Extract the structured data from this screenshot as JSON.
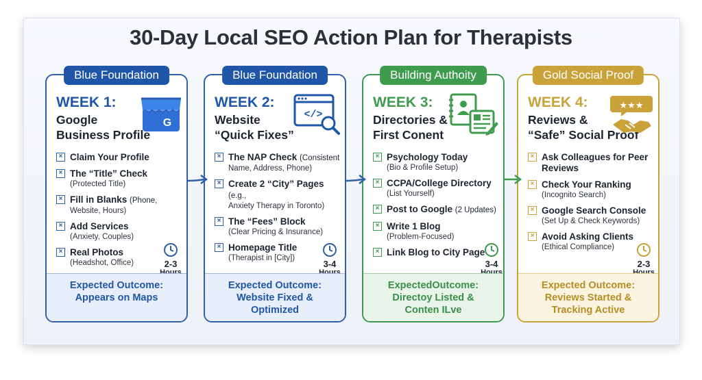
{
  "title": "30-Day Local SEO Action Plan for Therapists",
  "cards": [
    {
      "badge": "Blue Foundation",
      "week": "WEEK 1:",
      "subtitle": "Google\nBusiness Profile",
      "icon": "google-business-profile-icon",
      "items": [
        {
          "t": "Claim Your Profile",
          "d": ""
        },
        {
          "t": "The “Title” Check",
          "d": "(Protected Title)"
        },
        {
          "t": "Fill in Blanks",
          "tn": "(Phone,",
          "d": "Website, Hours)"
        },
        {
          "t": "Add Services",
          "d": "(Anxiety, Couples)"
        },
        {
          "t": "Real Photos",
          "d": "(Headshot, Office)"
        }
      ],
      "hours": "2-3",
      "hours_unit": "Hours",
      "outcome_label": "Expected Outcome:",
      "outcome": "Appears on Maps"
    },
    {
      "badge": "Blue Foundation",
      "week": "WEEK 2:",
      "subtitle": "Website\n“Quick Fixes”",
      "icon": "code-window-search-icon",
      "items": [
        {
          "t": "The NAP Check",
          "tn": "(Consistent",
          "d": "Name, Address, Phone)"
        },
        {
          "t": "Create 2 “City” Pages",
          "tn": "(e.g.,",
          "d": "Anxiety Therapy in Toronto)"
        },
        {
          "t": "The “Fees” Block",
          "d": "(Clear Pricing & Insurance)"
        },
        {
          "t": "Homepage Title",
          "d": "(Therapist in [City])"
        }
      ],
      "hours": "3-4",
      "hours_unit": "Hours",
      "outcome_label": "Expected Outcome:",
      "outcome": "Website Fixed &\nOptimized"
    },
    {
      "badge": "Building Authoity",
      "week": "WEEK 3:",
      "subtitle": "Directories &\nFirst Conent",
      "icon": "directory-content-icon",
      "items": [
        {
          "t": "Psychology Today",
          "d": "(Bio & Profile Setup)"
        },
        {
          "t": "CCPA/College Directory",
          "d": "(List Yourself)"
        },
        {
          "t": "Post to Google",
          "tn": "(2 Updates)",
          "d": ""
        },
        {
          "t": "Write 1 Blog",
          "d": "(Problem-Focused)"
        },
        {
          "t": "Link Blog to City Page",
          "d": ""
        }
      ],
      "hours": "3-4",
      "hours_unit": "Hours",
      "outcome_label": "ExpectedOutcome:",
      "outcome": "Directoy Listed &\nConten ILve"
    },
    {
      "badge": "Gold Social Proof",
      "week": "WEEK 4:",
      "subtitle": "Reviews &\n“Safe” Social Proof",
      "icon": "stars-handshake-icon",
      "items": [
        {
          "t": "Ask Colleagues for Peer Reviews",
          "d": ""
        },
        {
          "t": "Check Your Ranking",
          "d": "(Incognito Search)"
        },
        {
          "t": "Google Search Console",
          "d": "(Set Up & Check Keywords)"
        },
        {
          "t": "Avoid Asking Clients",
          "d": "(Ethical Compliance)"
        }
      ],
      "hours": "2-3",
      "hours_unit": "Hours",
      "outcome_label": "Expected Outcome:",
      "outcome": "Reviews Started &\nTracking Active"
    }
  ],
  "colors": {
    "blue": "#1f56a8",
    "green": "#3f9b4e",
    "gold": "#c9a23a"
  }
}
